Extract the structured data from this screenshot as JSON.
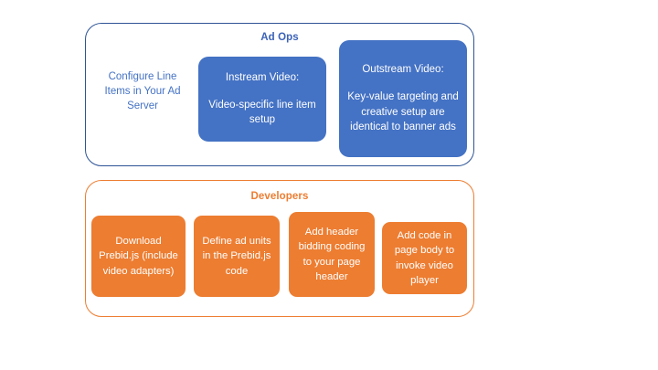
{
  "diagram": {
    "background": "#ffffff",
    "colors": {
      "blue_fill": "#4472C4",
      "blue_border": "#2E5496",
      "blue_text": "#3B62B8",
      "orange_fill": "#ED7D31",
      "orange_border": "#ED7D31",
      "orange_text": "#ED7D31",
      "box_text": "#ffffff"
    },
    "groups": [
      {
        "id": "ad-ops",
        "title": "Ad Ops",
        "plain_text": "Configure Line Items in Your Ad Server",
        "boxes": [
          {
            "id": "instream-video",
            "heading": "Instream Video:",
            "body": "Video-specific line item setup"
          },
          {
            "id": "outstream-video",
            "heading": "Outstream Video:",
            "body": "Key-value targeting and creative setup are identical to banner ads"
          }
        ]
      },
      {
        "id": "developers",
        "title": "Developers",
        "boxes": [
          {
            "id": "download-prebid",
            "body": "Download Prebid.js (include video adapters)"
          },
          {
            "id": "define-ad-units",
            "body": "Define ad units in the Prebid.js code"
          },
          {
            "id": "add-header-bidding",
            "body": "Add header bidding coding to your page header"
          },
          {
            "id": "add-page-body-code",
            "body": "Add code in page body to invoke video player"
          }
        ]
      }
    ]
  }
}
